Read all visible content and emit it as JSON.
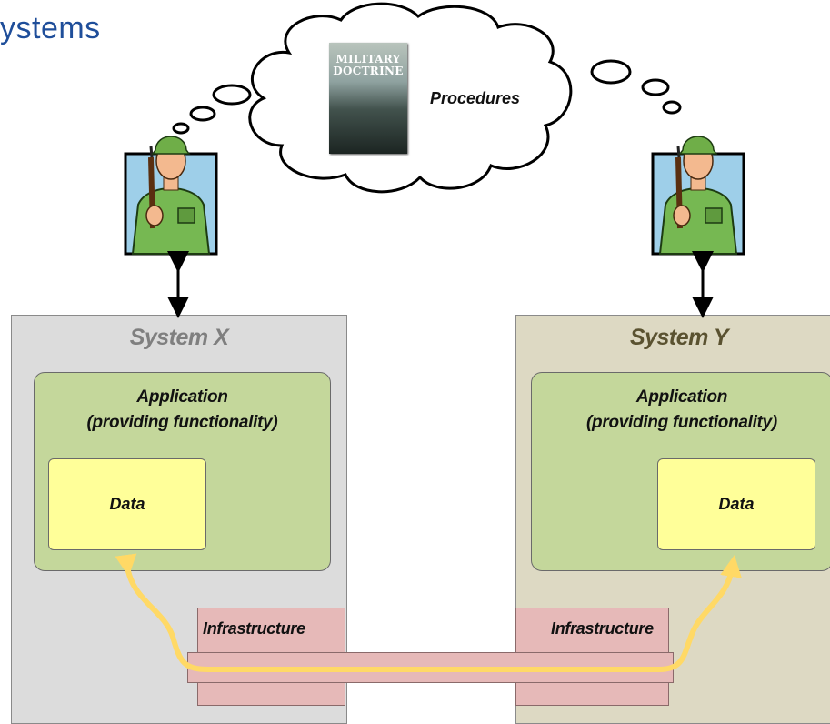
{
  "page": {
    "title": "ystems"
  },
  "cloud": {
    "procedures_label": "Procedures"
  },
  "book": {
    "title_line1": "MILITARY",
    "title_line2": "DOCTRINE"
  },
  "system_x": {
    "title": "System X",
    "application_line1": "Application",
    "application_line2": "(providing functionality)",
    "data_label": "Data",
    "infrastructure_label": "Infrastructure"
  },
  "system_y": {
    "title": "System Y",
    "application_line1": "Application",
    "application_line2": "(providing functionality)",
    "data_label": "Data",
    "infrastructure_label": "Infrastructure"
  },
  "colors": {
    "title_blue": "#1f4e9a",
    "system_x_bg": "#dcdcdc",
    "system_y_bg": "#ddd9c3",
    "application_green": "#c4d79b",
    "data_yellow": "#ffff99",
    "infrastructure_pink": "#e6b9b8",
    "flow_arrow": "#ffd966"
  },
  "icons": [
    "soldier-icon",
    "thought-cloud-icon",
    "book-cover-icon",
    "double-arrow-icon",
    "flow-arrow-icon"
  ]
}
